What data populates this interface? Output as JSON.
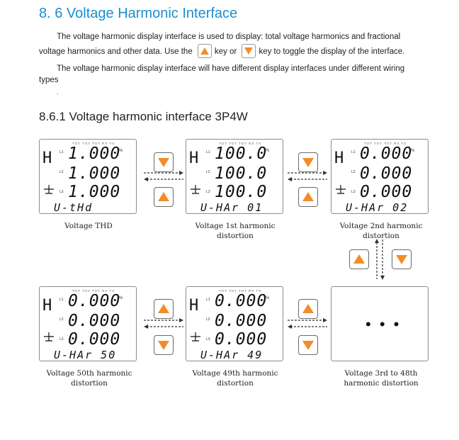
{
  "section": {
    "title": "8. 6  Voltage Harmonic Interface",
    "intro_line1": "The voltage harmonic display interface is used to display: total voltage harmonics and fractional",
    "intro_line2_a": "voltage harmonics and other data. Use the",
    "intro_line2_b": "key or",
    "intro_line2_c": "key to toggle the display of the interface.",
    "intro_line3": "The voltage harmonic display interface will have different display interfaces under different wiring",
    "intro_line4": "types",
    "dot": "."
  },
  "subsection": {
    "title": "8.6.1  Voltage harmonic interface 3P4W"
  },
  "lcd_common": {
    "H": "H",
    "l1": "L1",
    "l2": "L2",
    "l3": "L3",
    "pct": "%",
    "tiny": "TOT TOT TOT  RX TX"
  },
  "screens": [
    {
      "rows": [
        "1.000",
        "1.000",
        "1.000"
      ],
      "mode": "U-tHd",
      "caption": [
        "Voltage THD"
      ]
    },
    {
      "rows": [
        "100.0",
        "100.0",
        "100.0"
      ],
      "mode": "U-HAr 01",
      "caption": [
        "Voltage 1st harmonic",
        "distortion"
      ]
    },
    {
      "rows": [
        "0.000",
        "0.000",
        "0.000"
      ],
      "mode": "U-HAr 02",
      "caption": [
        "Voltage 2nd harmonic",
        "distortion"
      ]
    },
    {
      "rows": [
        "0.000",
        "0.000",
        "0.000"
      ],
      "mode": "U-HAr 50",
      "caption": [
        "Voltage 50th harmonic",
        "distortion"
      ]
    },
    {
      "rows": [
        "0.000",
        "0.000",
        "0.000"
      ],
      "mode": "U-HAr 49",
      "caption": [
        "Voltage 49th harmonic",
        "distortion"
      ]
    },
    {
      "ellipsis": "• • •",
      "caption": [
        "Voltage 3rd to 48th",
        "harmonic distortion"
      ]
    }
  ],
  "colors": {
    "accent": "#f28c28",
    "title_blue": "#1a8fd0"
  },
  "icons": {
    "up_key": "up-triangle-icon",
    "down_key": "down-triangle-icon"
  }
}
